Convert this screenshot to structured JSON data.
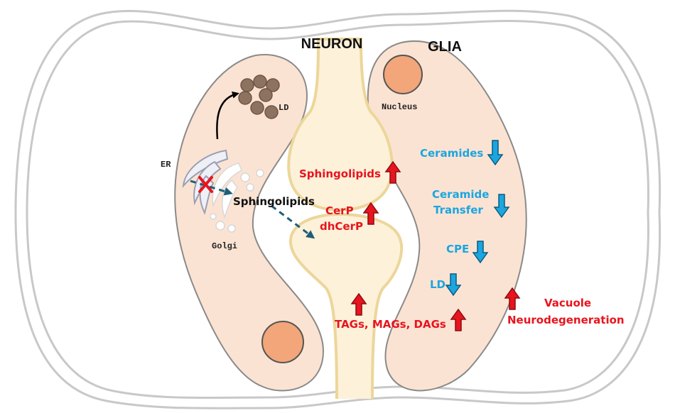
{
  "labels": {
    "neuron": "NEURON",
    "glia": "GLIA",
    "ld_top": "LD",
    "nucleus": "Nucleus",
    "er": "ER",
    "golgi": "Golgi",
    "sphingolipids_transport": "Sphingolipids",
    "sphingolipids_up": "Sphingolipids",
    "cerp": "CerP",
    "dhcerp": "dhCerP",
    "tags": "TAGs, MAGs, DAGs",
    "ceramides": "Ceramides",
    "ceramide": "Ceramide",
    "transfer": "Transfer",
    "cpe": "CPE",
    "ld_glia": "LD",
    "vacuole": "Vacuole",
    "neurodegeneration": "Neurodegeneration"
  },
  "colors": {
    "red": "#e8141e",
    "blue": "#1ba6e0",
    "cell_fill": "#fbe3d3",
    "synapse_fill": "#fdf1d9",
    "synapse_stroke": "#ecd69a",
    "nucleus_fill": "#f2a679",
    "lipid_droplet": "#8e7260"
  },
  "icons": {
    "block": "red-x-icon",
    "up": "up-arrow-icon",
    "down": "down-arrow-icon"
  }
}
